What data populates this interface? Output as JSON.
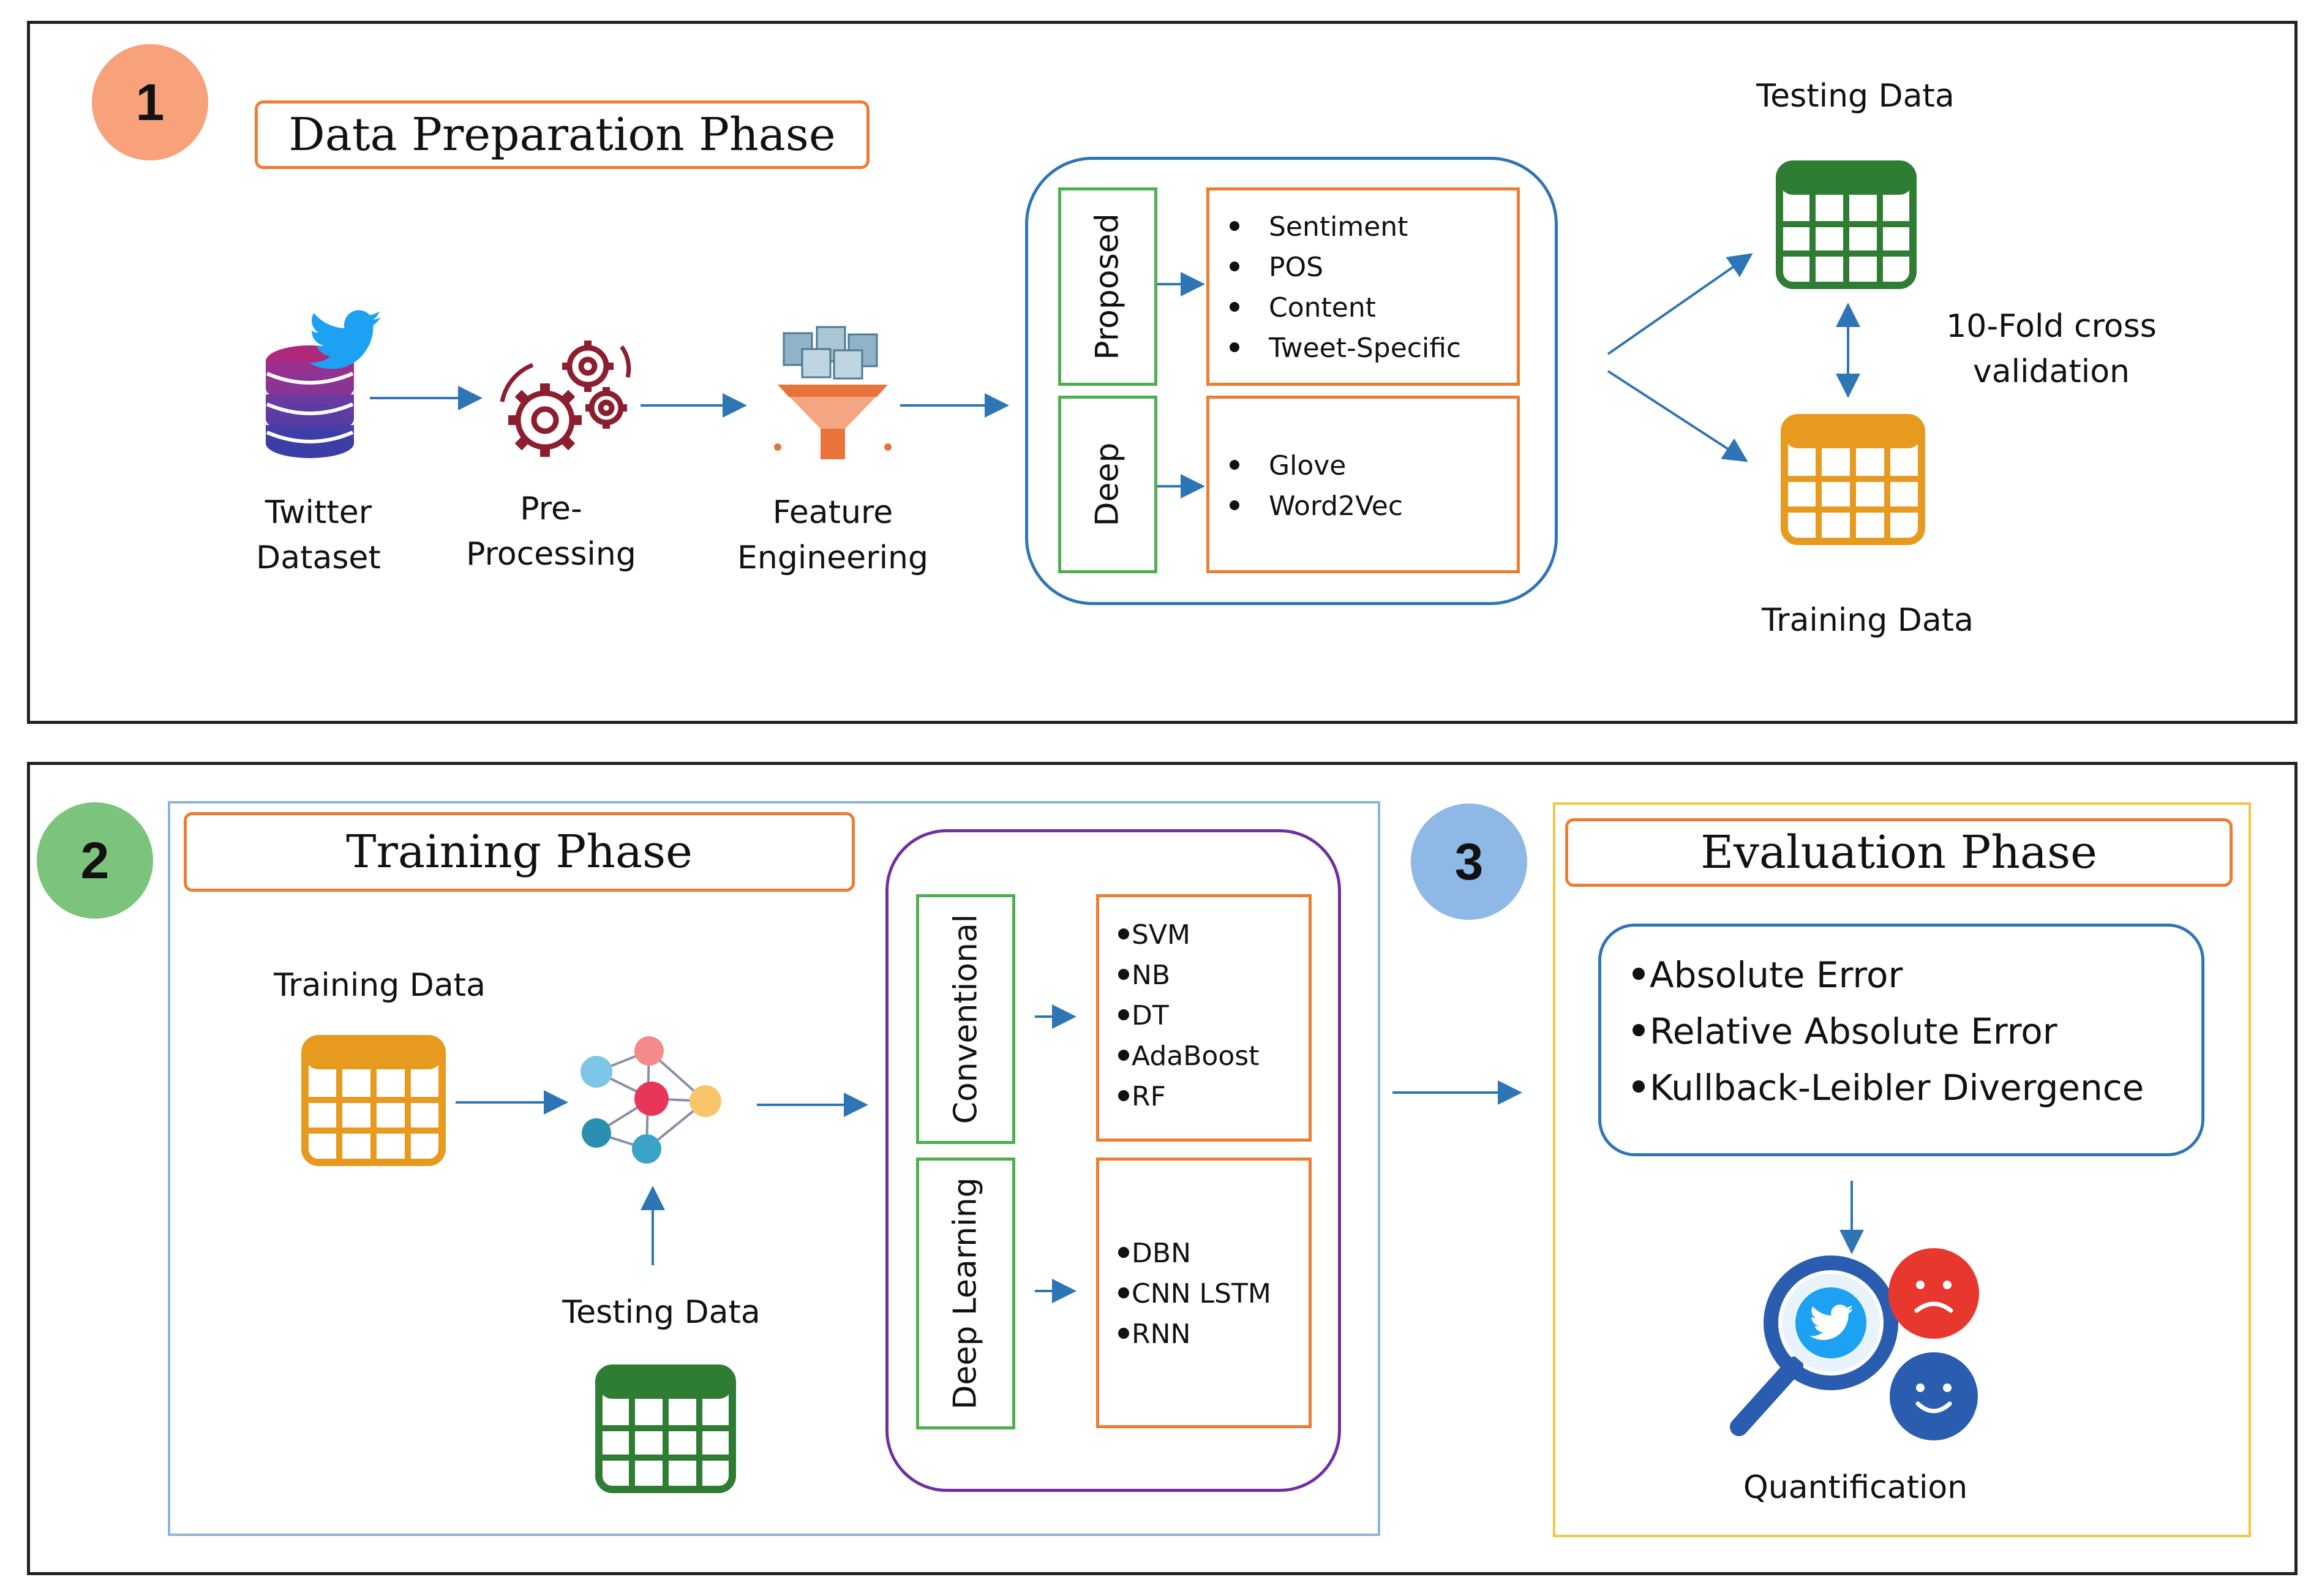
{
  "phase1": {
    "badge": "1",
    "title": "Data Preparation  Phase",
    "steps": {
      "twitter_dataset": [
        "Twitter",
        "Dataset"
      ],
      "preprocessing": [
        "Pre-",
        "Processing"
      ],
      "feature_engineering": [
        "Feature",
        "Engineering"
      ]
    },
    "features": {
      "proposed_label": "Proposed",
      "proposed_items": [
        "Sentiment",
        "POS",
        "Content",
        "Tweet-Specific"
      ],
      "deep_label": "Deep",
      "deep_items": [
        "Glove",
        "Word2Vec"
      ]
    },
    "testing_data": "Testing Data",
    "training_data": "Training Data",
    "cross_validation": [
      "10-Fold cross",
      "validation"
    ]
  },
  "phase2": {
    "badge": "2",
    "title": "Training Phase",
    "training_data": "Training Data",
    "testing_data": "Testing Data",
    "conventional_label": "Conventional",
    "conventional_items": [
      "SVM",
      "NB",
      "DT",
      "AdaBoost",
      "RF"
    ],
    "deep_label": "Deep Learning",
    "deep_items": [
      "DBN",
      "CNN LSTM",
      "RNN"
    ]
  },
  "phase3": {
    "badge": "3",
    "title": "Evaluation Phase",
    "metrics": [
      "Absolute Error",
      "Relative Absolute Error",
      "Kullback-Leibler Divergence"
    ],
    "quantification": "Quantification"
  },
  "colors": {
    "orange": "#ED7D31",
    "green": "#4CAF50",
    "blue": "#2E75B6",
    "purple": "#7030A0",
    "gold": "#F2C744",
    "table_green": "#2E7D32",
    "table_orange": "#E69A1F",
    "badge1": "#F8A27B",
    "badge2": "#7CC47C",
    "badge3": "#8EB8E5"
  }
}
